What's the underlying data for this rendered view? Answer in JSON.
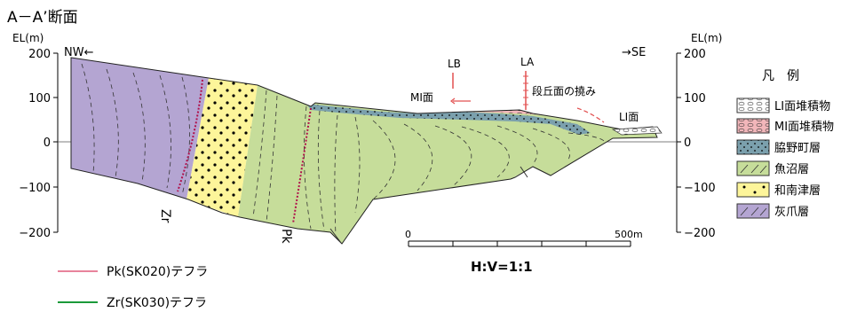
{
  "title": "A－A’断面",
  "axis": {
    "label_left": "EL(m)",
    "label_right": "EL(m)",
    "ticks": [
      "200",
      "100",
      "0",
      "−100",
      "−200"
    ]
  },
  "directions": {
    "left": "NW←",
    "right": "→SE"
  },
  "annotations": {
    "lb": "LB",
    "la": "LA",
    "m1_surface": "MⅠ面",
    "l1_surface": "LⅠ面",
    "terrace_flexure": "段丘面の撓み",
    "zr": "Zr",
    "pk": "Pk"
  },
  "scale_bar": {
    "start": "0",
    "end": "500m",
    "ratio": "H:V=1:1"
  },
  "legend": {
    "title": "凡　例",
    "items": [
      {
        "label": "LⅠ面堆積物",
        "color": "#ffffff",
        "pattern": "gravel"
      },
      {
        "label": "MⅠ面堆積物",
        "color": "#f2b6ba",
        "pattern": "gravel"
      },
      {
        "label": "脇野町層",
        "color": "#7ba0ad",
        "pattern": "dots"
      },
      {
        "label": "魚沼層",
        "color": "#c6dd9a",
        "pattern": "dash"
      },
      {
        "label": "和南津層",
        "color": "#fdf59a",
        "pattern": "dots"
      },
      {
        "label": "灰爪層",
        "color": "#b4a5d2",
        "pattern": "dash"
      }
    ]
  },
  "tephra": [
    {
      "label": "Pk(SK020)テフラ",
      "color": "#e8839b"
    },
    {
      "label": "Zr(SK030)テフラ",
      "color": "#1a9a3a"
    }
  ],
  "colors": {
    "haizume": "#b4a5d2",
    "wanazu": "#fdf59a",
    "uonuma": "#c6dd9a",
    "wakinomachi": "#7ba0ad",
    "m1": "#f2b6ba",
    "tephra_marker": "#b0104a"
  }
}
